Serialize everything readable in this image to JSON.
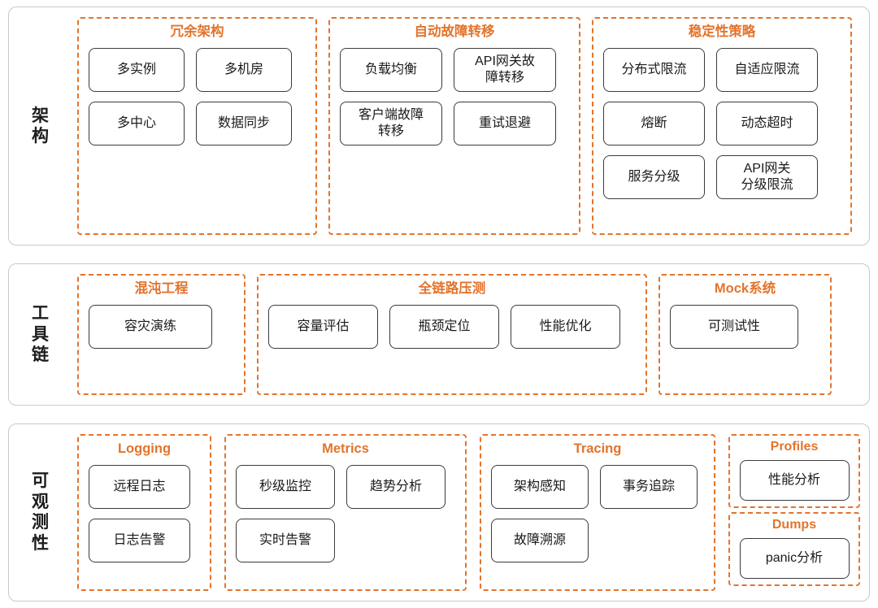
{
  "colors": {
    "group_border": "#e3742c",
    "group_title": "#e3742c",
    "card_border": "#3b3b3b",
    "section_border": "#c9c9c9",
    "text": "#1a1a1a",
    "background": "#ffffff"
  },
  "sections": [
    {
      "label": "架构",
      "groups": [
        {
          "title": "冗余架构",
          "cards": [
            "多实例",
            "多机房",
            "多中心",
            "数据同步"
          ]
        },
        {
          "title": "自动故障转移",
          "cards": [
            "负载均衡",
            "API网关故\n障转移",
            "客户端故障\n转移",
            "重试退避"
          ]
        },
        {
          "title": "稳定性策略",
          "cards": [
            "分布式限流",
            "自适应限流",
            "熔断",
            "动态超时",
            "服务分级",
            "API网关\n分级限流"
          ]
        }
      ]
    },
    {
      "label": "工具链",
      "groups": [
        {
          "title": "混沌工程",
          "cards": [
            "容灾演练"
          ]
        },
        {
          "title": "全链路压测",
          "cards": [
            "容量评估",
            "瓶颈定位",
            "性能优化"
          ]
        },
        {
          "title": "Mock系统",
          "cards": [
            "可测试性"
          ]
        }
      ]
    },
    {
      "label": "可观测性",
      "groups": [
        {
          "title": "Logging",
          "cards": [
            "远程日志",
            "日志告警"
          ]
        },
        {
          "title": "Metrics",
          "cards": [
            "秒级监控",
            "趋势分析",
            "实时告警"
          ]
        },
        {
          "title": "Tracing",
          "cards": [
            "架构感知",
            "事务追踪",
            "故障溯源"
          ]
        },
        {
          "title": "Profiles",
          "cards": [
            "性能分析"
          ]
        },
        {
          "title": "Dumps",
          "cards": [
            "panic分析"
          ]
        }
      ]
    }
  ]
}
